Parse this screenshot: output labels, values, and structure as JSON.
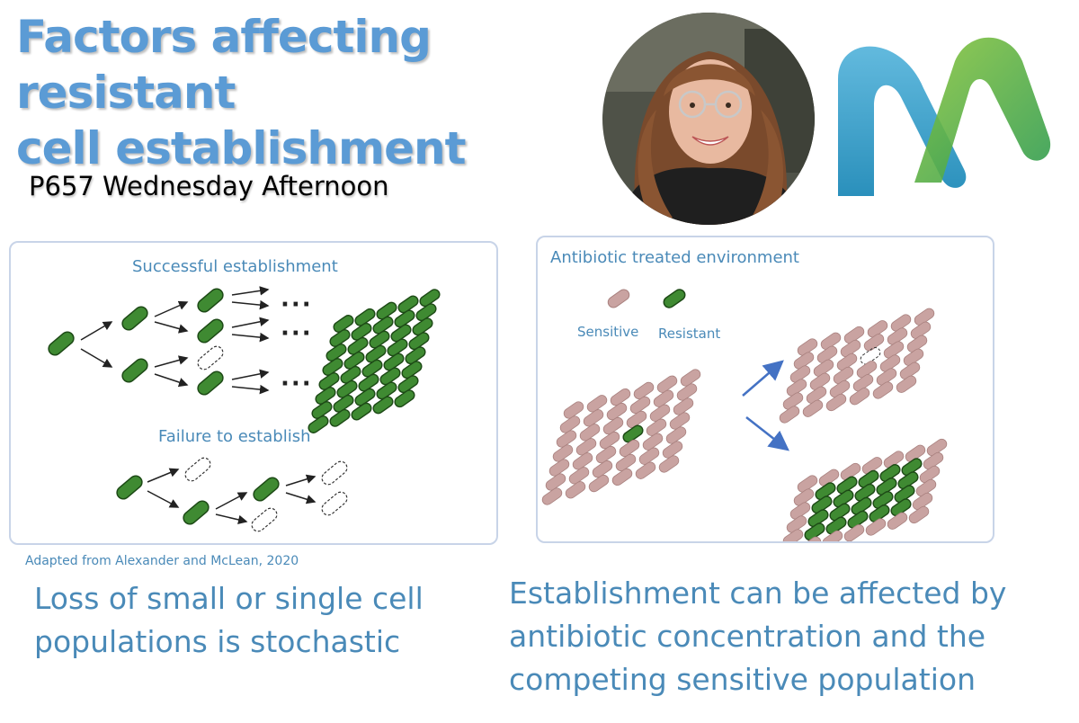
{
  "title": {
    "line1": "Factors affecting resistant",
    "line2": "cell establishment"
  },
  "subtitle": "P657 Wednesday Afternoon",
  "colors": {
    "accent": "#5b9bd5",
    "resistant": "#3f8a32",
    "sensitive": "#c9a3a1",
    "arrow": "#4472c4"
  },
  "left_panel": {
    "heading_success": "Successful establishment",
    "heading_failure": "Failure to establish",
    "ellipsis": "···"
  },
  "right_panel": {
    "heading": "Antibiotic treated environment",
    "legend_sensitive": "Sensitive",
    "legend_resistant": "Resistant"
  },
  "caption": "Adapted from Alexander and McLean, 2020",
  "bottom_left": {
    "line1": "Loss of small or single cell",
    "line2": "populations is stochastic"
  },
  "bottom_right": {
    "line1": "Establishment can be affected by",
    "line2": "antibiotic concentration and the",
    "line3": "competing sensitive population"
  }
}
